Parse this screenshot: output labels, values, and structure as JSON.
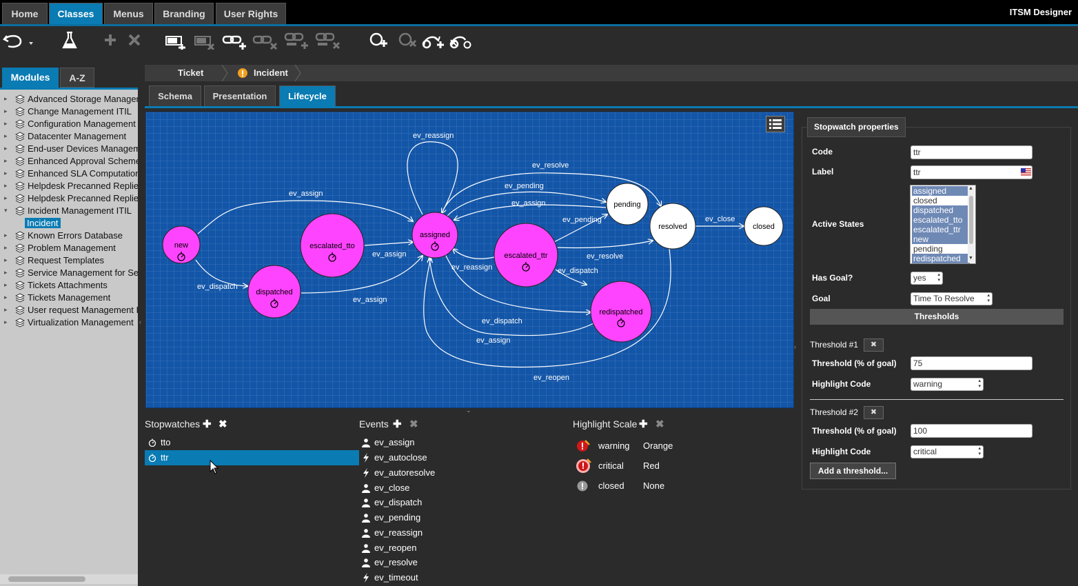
{
  "topbar": {
    "tabs": [
      {
        "label": "Home"
      },
      {
        "label": "Classes"
      },
      {
        "label": "Menus"
      },
      {
        "label": "Branding"
      },
      {
        "label": "User Rights"
      }
    ],
    "app_title": "ITSM Designer"
  },
  "left_tabs": {
    "modules": "Modules",
    "az": "A-Z"
  },
  "tree": {
    "items": [
      "Advanced Storage Management",
      "Change Management ITIL",
      "Configuration Management",
      "Datacenter Management",
      "End-user Devices Management",
      "Enhanced Approval Scheme",
      "Enhanced SLA Computation",
      "Helpdesk Precanned Replies",
      "Helpdesk Precanned Replies",
      "Incident Management ITIL",
      "Incident",
      "Known Errors Database",
      "Problem Management",
      "Request Templates",
      "Service Management for Service Providers",
      "Tickets Attachments",
      "Tickets Management",
      "User request Management ITIL",
      "Virtualization Management"
    ]
  },
  "breadcrumb": {
    "parent": "Ticket",
    "current": "Incident"
  },
  "subtabs": [
    {
      "label": "Schema"
    },
    {
      "label": "Presentation"
    },
    {
      "label": "Lifecycle"
    }
  ],
  "diagram": {
    "states": {
      "new": "new",
      "dispatched": "dispatched",
      "escalated_tto": "escalated_tto",
      "assigned": "assigned",
      "escalated_ttr": "escalated_ttr",
      "redispatched": "redispatched",
      "pending": "pending",
      "resolved": "resolved",
      "closed": "closed"
    },
    "edges": [
      "ev_reassign",
      "ev_resolve",
      "ev_pending",
      "ev_assign",
      "ev_assign",
      "ev_pending",
      "ev_close",
      "ev_assign",
      "ev_reassign",
      "ev_resolve",
      "ev_dispatch",
      "ev_dispatch",
      "ev_assign",
      "ev_dispatch",
      "ev_assign",
      "ev_reopen"
    ]
  },
  "stopwatches": {
    "title": "Stopwatches",
    "items": [
      "tto",
      "ttr"
    ]
  },
  "events": {
    "title": "Events",
    "items": [
      {
        "name": "ev_assign",
        "icon": "user-icon"
      },
      {
        "name": "ev_autoclose",
        "icon": "lightning-icon"
      },
      {
        "name": "ev_autoresolve",
        "icon": "lightning-icon"
      },
      {
        "name": "ev_close",
        "icon": "user-icon"
      },
      {
        "name": "ev_dispatch",
        "icon": "user-icon"
      },
      {
        "name": "ev_pending",
        "icon": "user-icon"
      },
      {
        "name": "ev_reassign",
        "icon": "user-icon"
      },
      {
        "name": "ev_reopen",
        "icon": "user-icon"
      },
      {
        "name": "ev_resolve",
        "icon": "user-icon"
      },
      {
        "name": "ev_timeout",
        "icon": "lightning-icon"
      }
    ]
  },
  "highlight_scale": {
    "title": "Highlight Scale",
    "items": [
      {
        "code": "warning",
        "color": "Orange"
      },
      {
        "code": "critical",
        "color": "Red"
      },
      {
        "code": "closed",
        "color": "None"
      }
    ]
  },
  "props": {
    "title": "Stopwatch properties",
    "code_label": "Code",
    "code_value": "ttr",
    "label_label": "Label",
    "label_value": "ttr",
    "active_states_label": "Active States",
    "states": [
      {
        "name": "assigned",
        "selected": true
      },
      {
        "name": "closed",
        "selected": false
      },
      {
        "name": "dispatched",
        "selected": true
      },
      {
        "name": "escalated_tto",
        "selected": true
      },
      {
        "name": "escalated_ttr",
        "selected": true
      },
      {
        "name": "new",
        "selected": true
      },
      {
        "name": "pending",
        "selected": false
      },
      {
        "name": "redispatched",
        "selected": true
      }
    ],
    "has_goal_label": "Has Goal?",
    "has_goal_value": "yes",
    "goal_label": "Goal",
    "goal_value": "Time To Resolve",
    "thresholds_title": "Thresholds",
    "threshold1": {
      "title": "Threshold #1",
      "pct_label": "Threshold (% of goal)",
      "pct_value": "75",
      "hl_label": "Highlight Code",
      "hl_value": "warning"
    },
    "threshold2": {
      "title": "Threshold #2",
      "pct_label": "Threshold (% of goal)",
      "pct_value": "100",
      "hl_label": "Highlight Code",
      "hl_value": "critical"
    },
    "add_threshold": "Add a threshold..."
  },
  "colors": {
    "accent": "#0a7bb3",
    "canvas": "#1356a8",
    "state_fill": "#ff44ff",
    "selection": "#0a7bb3"
  }
}
